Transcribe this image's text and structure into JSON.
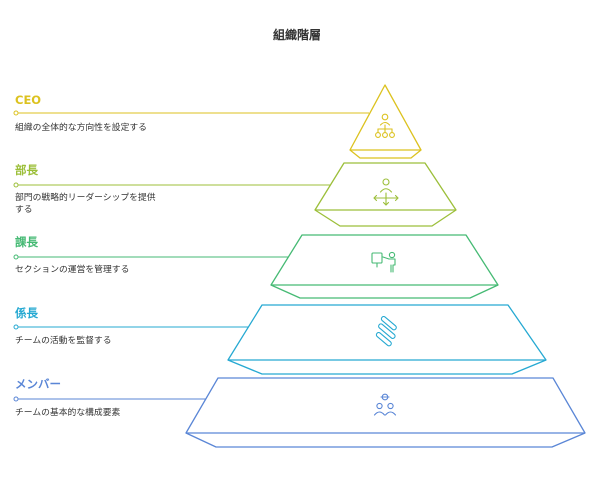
{
  "title": "組織階層",
  "levels": [
    {
      "name": "CEO",
      "description": "組織の全体的な方向性を設定する",
      "color": "#dcc21f",
      "icon": "org-chart-icon"
    },
    {
      "name": "部長",
      "description": "部門の戦略的リーダーシップを提供する",
      "color": "#9cbf3a",
      "icon": "person-arrows-icon"
    },
    {
      "name": "課長",
      "description": "セクションの運営を管理する",
      "color": "#46ba74",
      "icon": "presenter-board-icon"
    },
    {
      "name": "係長",
      "description": "チームの活動を監督する",
      "color": "#26a9d2",
      "icon": "stacked-bars-icon"
    },
    {
      "name": "メンバー",
      "description": "チームの基本的な構成要素",
      "color": "#5a86d6",
      "icon": "team-members-icon"
    }
  ]
}
